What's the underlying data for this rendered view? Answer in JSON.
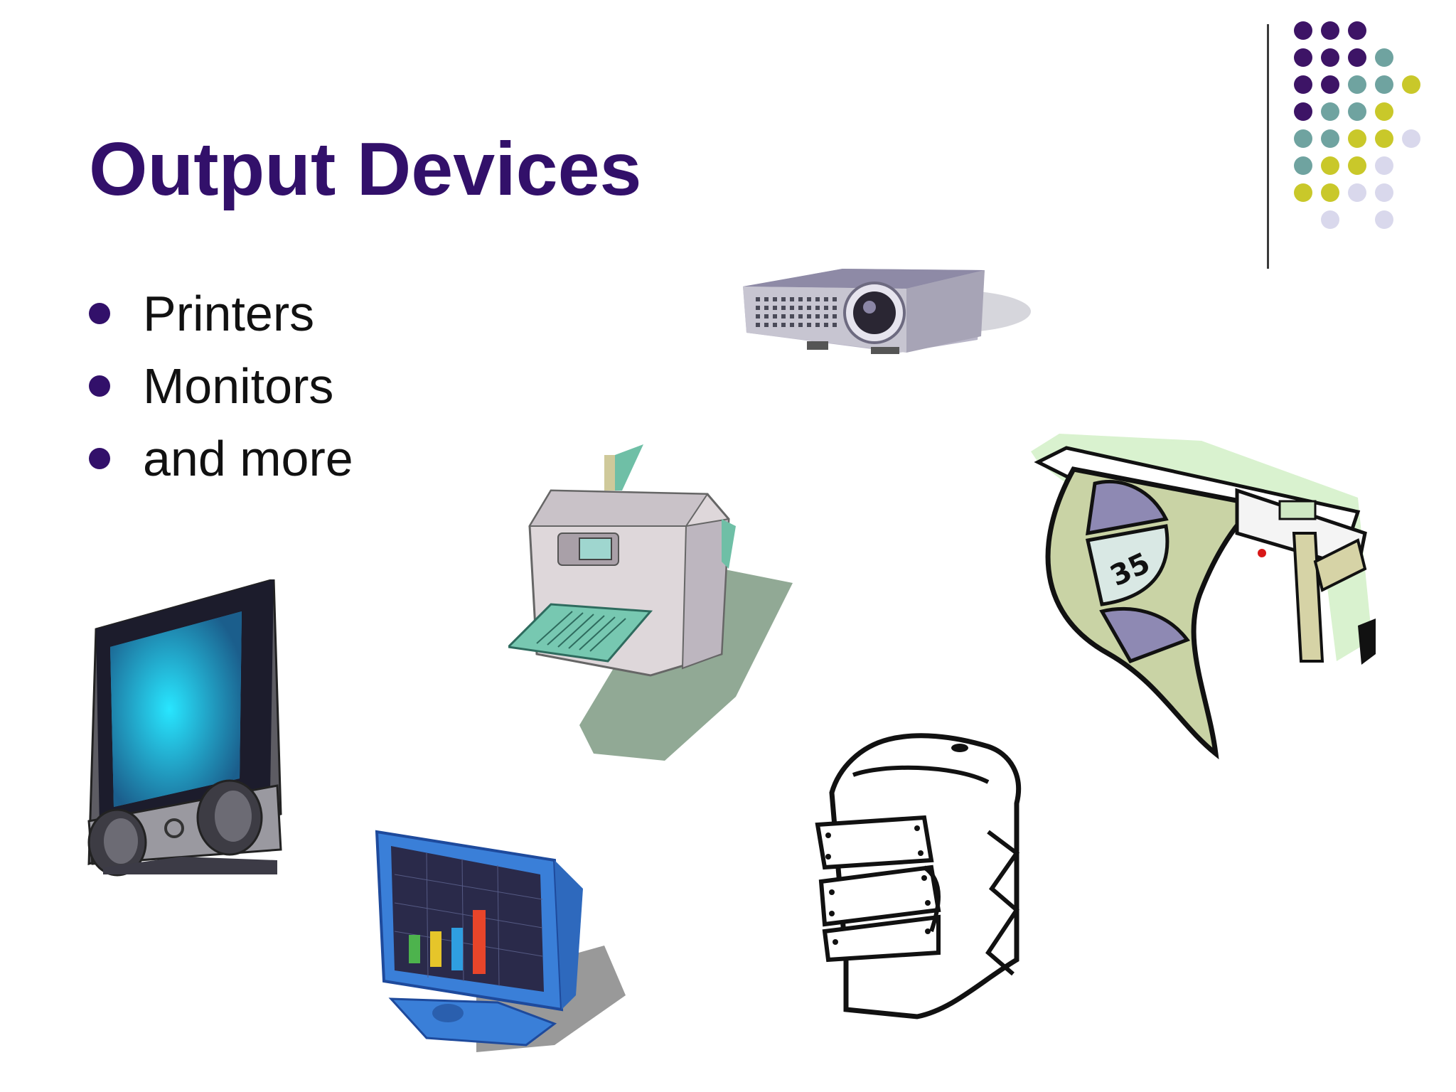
{
  "slide": {
    "title": "Output Devices",
    "bullets": [
      {
        "label": "Printers"
      },
      {
        "label": "Monitors"
      },
      {
        "label": "and more"
      }
    ]
  },
  "colors": {
    "title": "#32106a",
    "dot_purple": "#3d1466",
    "dot_teal": "#6fa3a0",
    "dot_olive": "#c9c82a",
    "dot_lavender": "#d9d8ec"
  },
  "icons": [
    "projector-icon",
    "laser-printer-icon",
    "plotter-icon",
    "flat-panel-monitor-icon",
    "crt-monitor-icon",
    "dot-matrix-printer-icon"
  ]
}
